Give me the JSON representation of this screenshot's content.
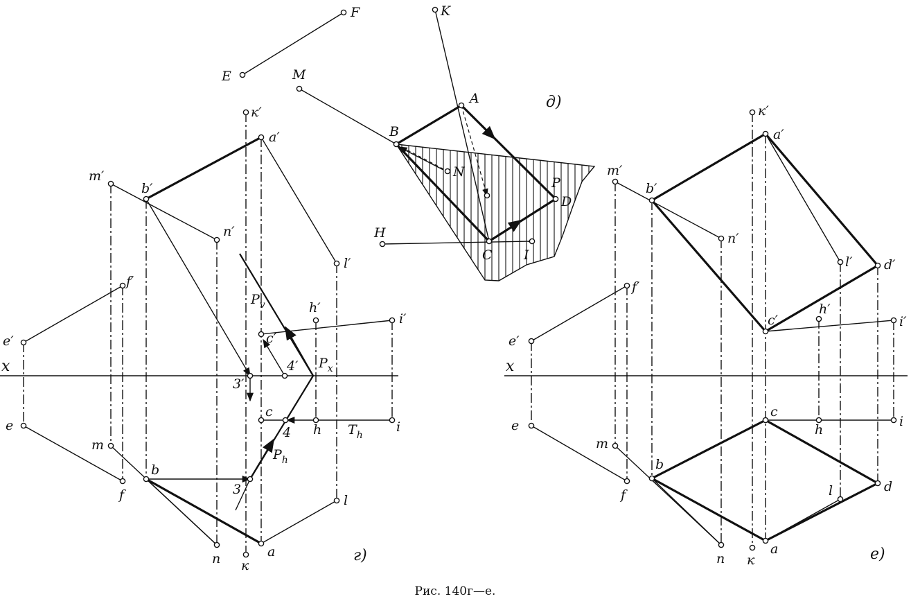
{
  "caption": "Рис. 140г—е.",
  "panel_labels": {
    "g": "г)",
    "d": "д)",
    "e": "е)"
  },
  "axis_label": "x",
  "left": {
    "k1": "к′",
    "a1": "a′",
    "m1": "m′",
    "b1": "b′",
    "n1": "n′",
    "l1": "l′",
    "f1": "f′",
    "e1": "e′",
    "h1": "h′",
    "i1": "i′",
    "c1": "c′",
    "p4": "4′",
    "p3": "3′",
    "px": "P",
    "px_sub": "x",
    "pv": "P",
    "pv_sub": "v",
    "ph": "P",
    "ph_sub": "h",
    "th": "T",
    "th_sub": "h",
    "c": "c",
    "h": "h",
    "i": "i",
    "p4b": "4",
    "e": "e",
    "m": "m",
    "b": "b",
    "f": "f",
    "p3b": "3",
    "l": "l",
    "n": "n",
    "k": "к",
    "a": "a"
  },
  "middle": {
    "F": "F",
    "E": "E",
    "K": "K",
    "M": "M",
    "A": "A",
    "B": "B",
    "N": "N",
    "P": "P",
    "D": "D",
    "H": "H",
    "C": "C",
    "I": "I"
  },
  "right": {
    "k1": "к′",
    "a1": "a′",
    "m1": "m′",
    "b1": "b′",
    "n1": "n′",
    "l1": "l′",
    "d1": "d′",
    "f1": "f′",
    "e1": "e′",
    "h1": "h′",
    "i1": "i′",
    "c1": "c′",
    "c": "c",
    "h": "h",
    "i": "i",
    "e": "e",
    "m": "m",
    "b": "b",
    "f": "f",
    "l": "l",
    "d": "d",
    "n": "n",
    "k": "к",
    "a": "a"
  }
}
